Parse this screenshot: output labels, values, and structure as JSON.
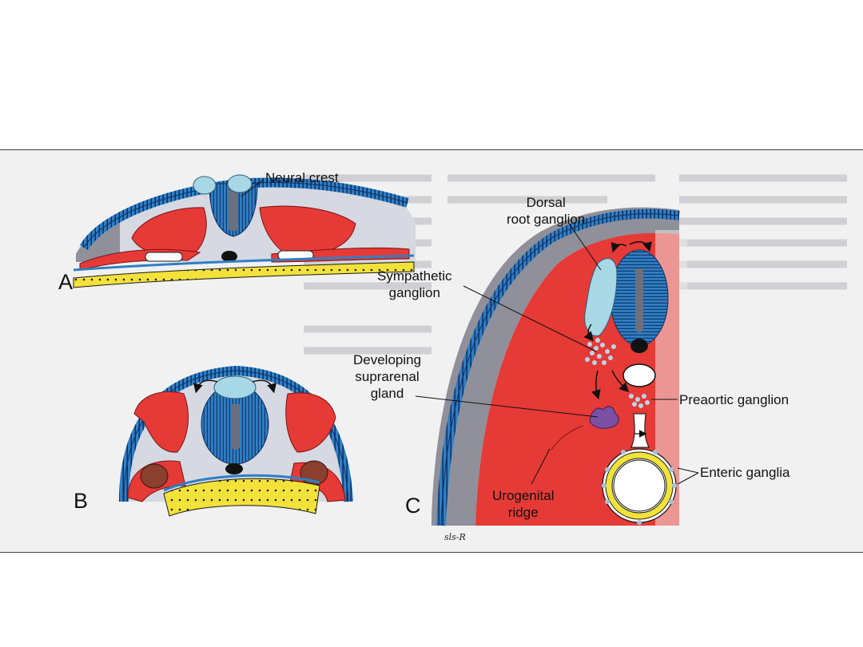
{
  "labels": {
    "neural_crest": "Neural crest",
    "dorsal_root_ganglion": [
      "Dorsal",
      "root ganglion"
    ],
    "sympathetic_ganglion": [
      "Sympathetic",
      "ganglion"
    ],
    "developing_suprarenal_gland": [
      "Developing",
      "suprarenal",
      "gland"
    ],
    "preaortic_ganglion": "Preaortic ganglion",
    "enteric_ganglia": "Enteric ganglia",
    "urogenital_ridge": [
      "Urogenital",
      "ridge"
    ]
  },
  "panels": {
    "a": "A",
    "b": "B",
    "c": "C"
  },
  "signature": "sls-R",
  "colors": {
    "neural_tube": "#2f7fc4",
    "neural_crest": "#a8d8e6",
    "mesoderm": "#e63a36",
    "gut_yellow": "#f2e23a",
    "ganglion_brown": "#8b3f2e",
    "suprarenal_purple": "#7b4fa3",
    "background_tissue": "#d9dbe4"
  }
}
